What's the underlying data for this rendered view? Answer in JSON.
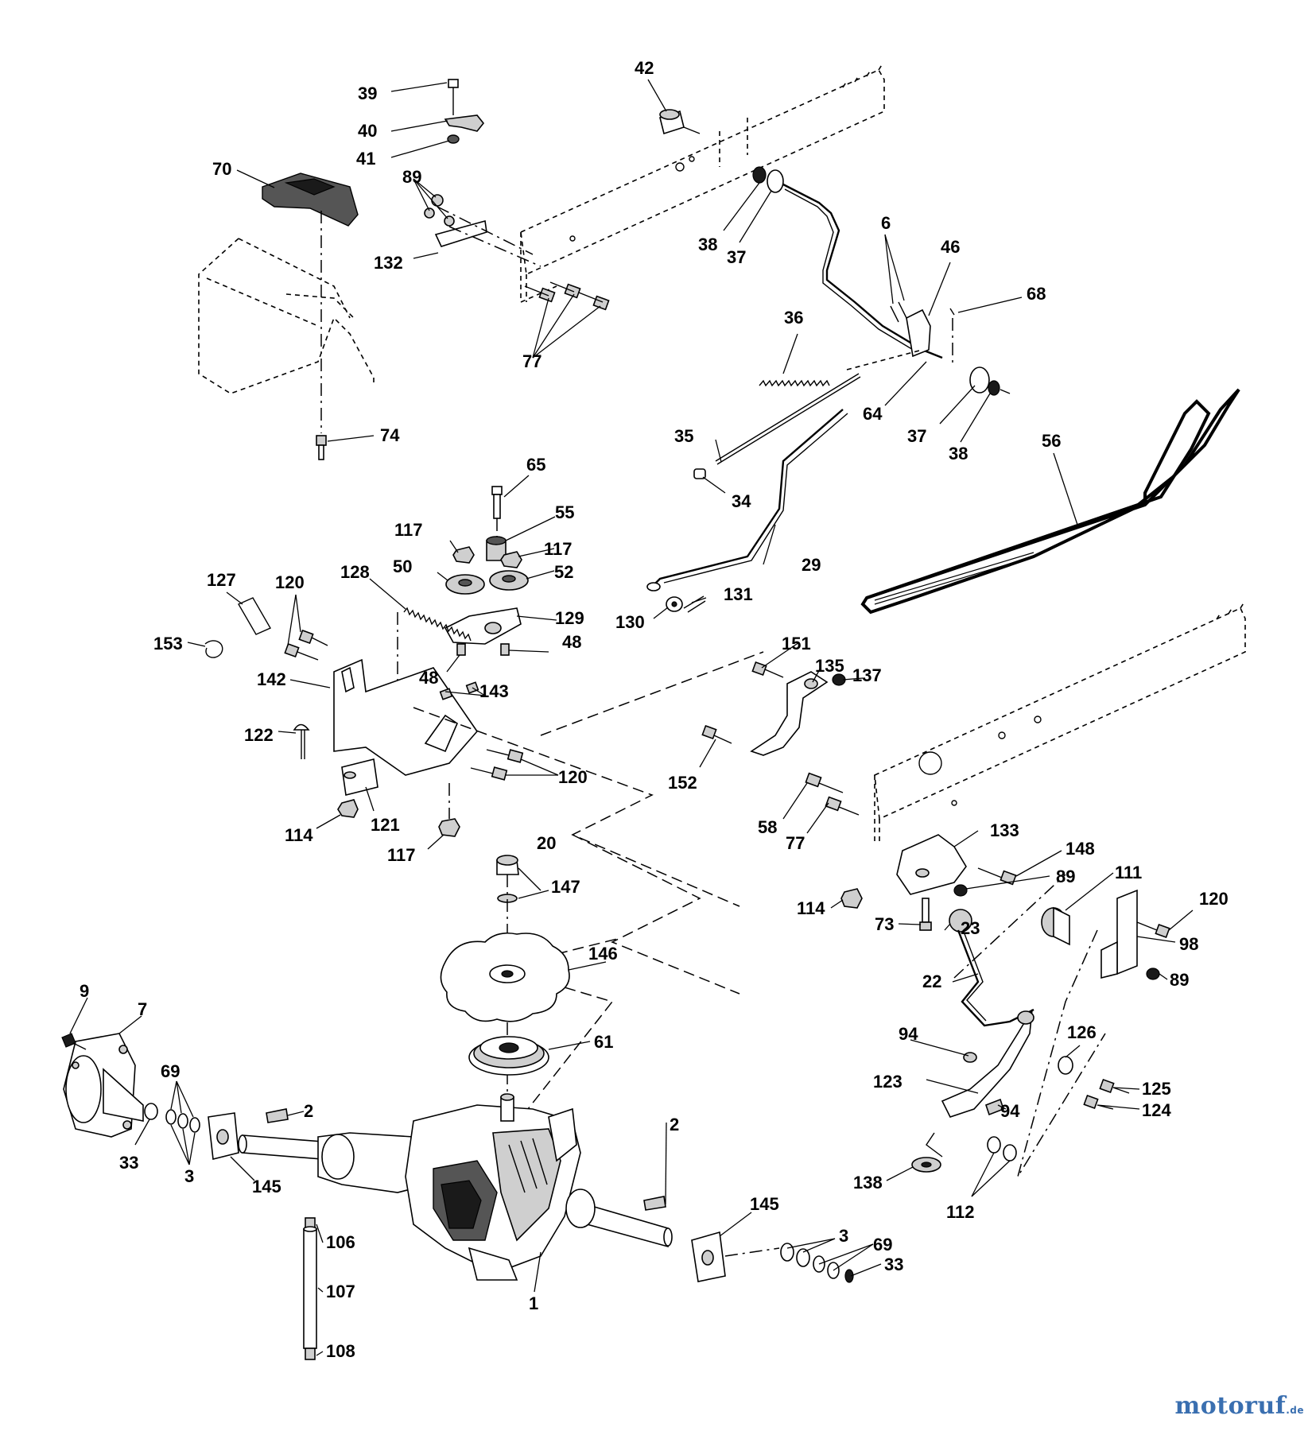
{
  "diagram": {
    "labels": {
      "l39": "39",
      "l40": "40",
      "l41": "41",
      "l42": "42",
      "l70": "70",
      "l89a": "89",
      "l132": "132",
      "l38a": "38",
      "l37a": "37",
      "l6": "6",
      "l46": "46",
      "l68": "68",
      "l36": "36",
      "l77a": "77",
      "l74": "74",
      "l64": "64",
      "l37b": "37",
      "l38b": "38",
      "l56": "56",
      "l35": "35",
      "l34": "34",
      "l65": "65",
      "l55": "55",
      "l117a": "117",
      "l117b": "117",
      "l50": "50",
      "l52": "52",
      "l127": "127",
      "l120a": "120",
      "l128": "128",
      "l129": "129",
      "l29": "29",
      "l130": "130",
      "l131": "131",
      "l153": "153",
      "l48a": "48",
      "l48b": "48",
      "l142": "142",
      "l143": "143",
      "l151": "151",
      "l135": "135",
      "l137": "137",
      "l122": "122",
      "l120b": "120",
      "l152": "152",
      "l114a": "114",
      "l121": "121",
      "l117c": "117",
      "l58": "58",
      "l77b": "77",
      "l133": "133",
      "l148": "148",
      "l20": "20",
      "l89b": "89",
      "l111": "111",
      "l147": "147",
      "l114b": "114",
      "l73": "73",
      "l23": "23",
      "l120c": "120",
      "l98": "98",
      "l146": "146",
      "l22": "22",
      "l89c": "89",
      "l9": "9",
      "l7": "7",
      "l94a": "94",
      "l126": "126",
      "l61": "61",
      "l69a": "69",
      "l123": "123",
      "l125": "125",
      "l2a": "2",
      "l94b": "94",
      "l124": "124",
      "l33a": "33",
      "l3a": "3",
      "l145a": "145",
      "l138": "138",
      "l112": "112",
      "l2b": "2",
      "l145b": "145",
      "l3b": "3",
      "l69b": "69",
      "l106": "106",
      "l33b": "33",
      "l107": "107",
      "l1": "1",
      "l108": "108"
    }
  },
  "watermark": {
    "brand": "motoruf",
    "tld": ".de"
  },
  "colors": {
    "ink": "#000000",
    "watermark": "#3a6fb0"
  }
}
